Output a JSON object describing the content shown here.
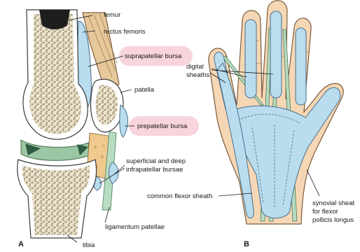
{
  "panel_a": {
    "letter": "A",
    "labels": {
      "femur": "femur",
      "rectus_femoris": "rectus femoris",
      "suprapatellar_bursa": "suprapatellar bursa",
      "patella": "patella",
      "prepatellar_bursa": "prepatellar bursa",
      "infrapatellar_line1": "superficial and deep",
      "infrapatellar_line2": "infrapatellar bursae",
      "ligamentum_patellae": "ligamentum patellae",
      "tibia": "tibia"
    }
  },
  "panel_b": {
    "letter": "B",
    "labels": {
      "digital_line1": "digital",
      "digital_line2": "sheaths",
      "common_flexor": "common flexor sheath",
      "synovial_line1": "synovial sheat",
      "synovial_line2": "for flexor",
      "synovial_line3": "pollicis longus"
    }
  },
  "colors": {
    "highlight": "#f8d4dc",
    "sheath": "#b9dcef",
    "skin": "#f6d7b5",
    "bone": "#efe6cf"
  }
}
